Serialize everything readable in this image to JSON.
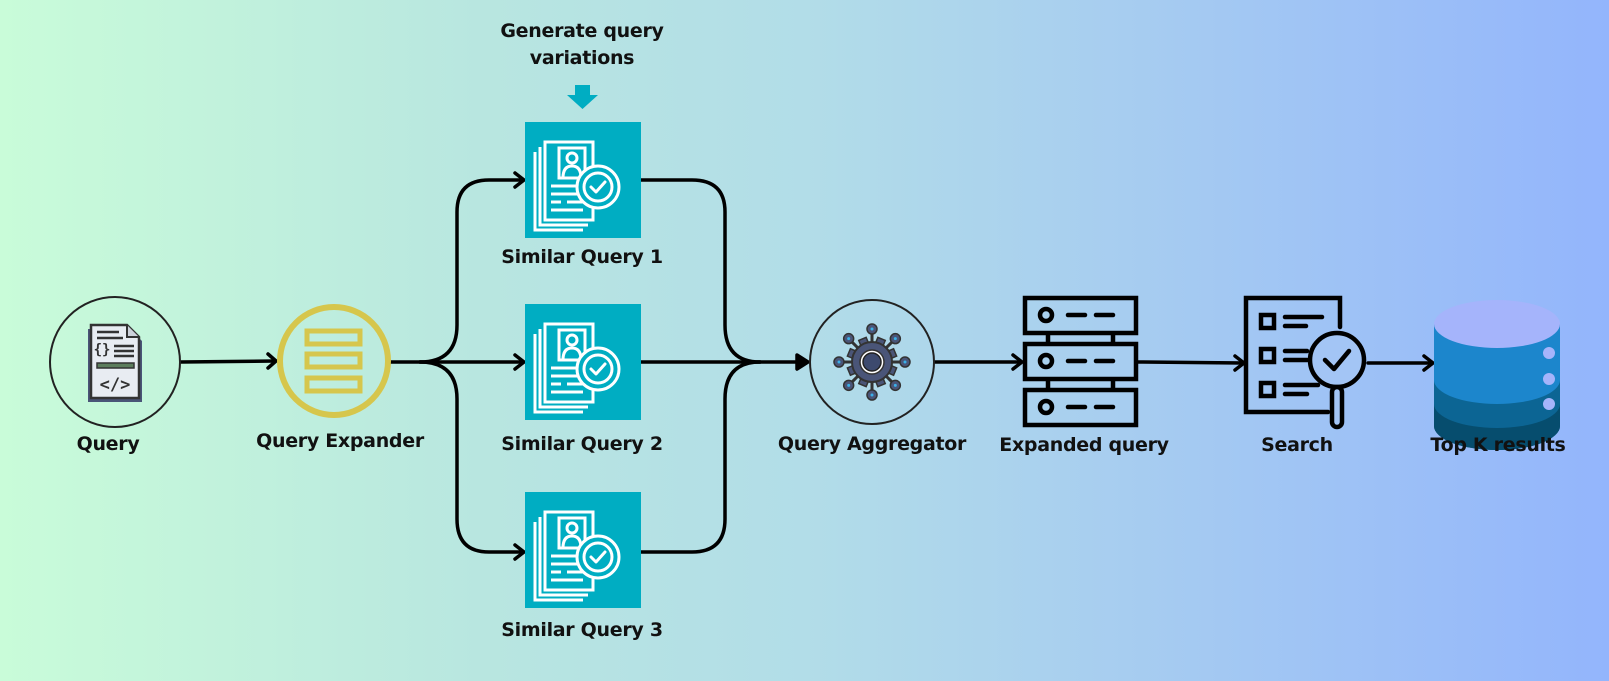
{
  "diagram": {
    "title": "Query expansion pipeline",
    "annotation": {
      "line1": "Generate query",
      "line2": "variations"
    },
    "nodes": [
      {
        "id": "query",
        "label": "Query",
        "icon": "code-document-icon"
      },
      {
        "id": "expander",
        "label": "Query Expander",
        "icon": "list-lines-icon"
      },
      {
        "id": "similar1",
        "label": "Similar Query 1",
        "icon": "profile-document-check-icon"
      },
      {
        "id": "similar2",
        "label": "Similar Query 2",
        "icon": "profile-document-check-icon"
      },
      {
        "id": "similar3",
        "label": "Similar Query 3",
        "icon": "profile-document-check-icon"
      },
      {
        "id": "aggregator",
        "label": "Query Aggregator",
        "icon": "gear-network-icon"
      },
      {
        "id": "expanded",
        "label": "Expanded query",
        "icon": "server-rack-icon"
      },
      {
        "id": "search",
        "label": "Search",
        "icon": "checklist-magnifier-icon"
      },
      {
        "id": "topk",
        "label": "Top K results",
        "icon": "database-icon"
      }
    ],
    "edges": [
      [
        "query",
        "expander"
      ],
      [
        "expander",
        "similar1"
      ],
      [
        "expander",
        "similar2"
      ],
      [
        "expander",
        "similar3"
      ],
      [
        "similar1",
        "aggregator"
      ],
      [
        "similar2",
        "aggregator"
      ],
      [
        "similar3",
        "aggregator"
      ],
      [
        "aggregator",
        "expanded"
      ],
      [
        "expanded",
        "search"
      ],
      [
        "search",
        "topk"
      ]
    ],
    "colors": {
      "teal_box": "#00adc2",
      "expander_ring": "#d6c64c",
      "db_top": "#a5b4fb",
      "db_band1": "#1c86cc",
      "db_band2": "#0c6594",
      "db_band3": "#064d6e",
      "gear": "#4a5578"
    }
  }
}
